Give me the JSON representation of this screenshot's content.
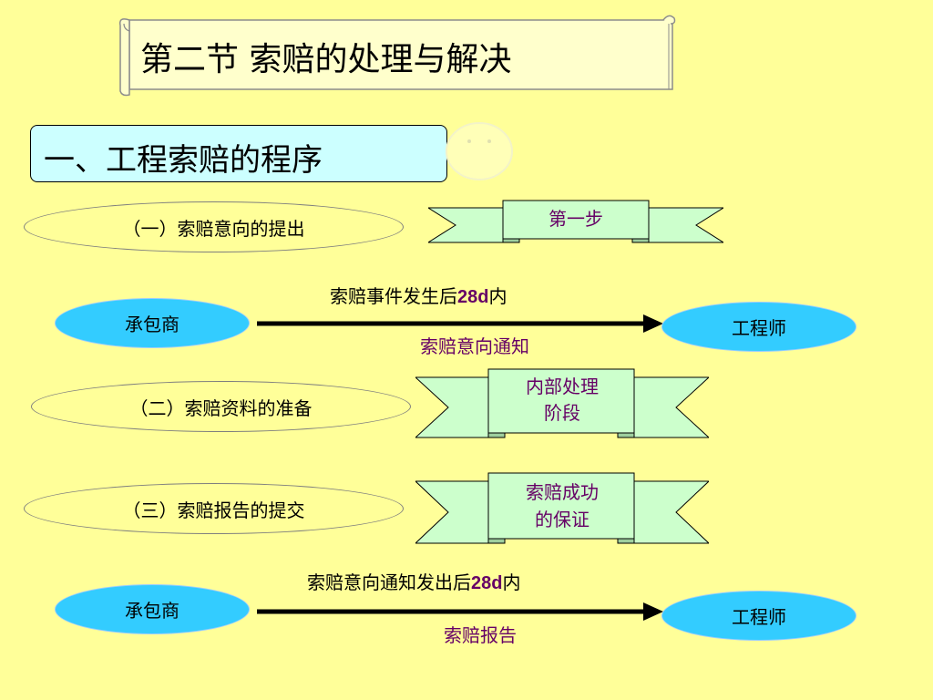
{
  "title": "第二节  索赔的处理与解决",
  "section": "一、工程索赔的程序",
  "steps": {
    "step1_label": "（一）索赔意向的提出",
    "step2_label": "（二）索赔资料的准备",
    "step3_label": "（三）索赔报告的提交"
  },
  "ribbons": {
    "r1": "第一步",
    "r2_line1": "内部处理",
    "r2_line2": "阶段",
    "r3_line1": "索赔成功",
    "r3_line2": "的保证"
  },
  "flow1": {
    "from": "承包商",
    "to": "工程师",
    "condition_prefix": "索赔事件发生后",
    "condition_bold": "28d",
    "condition_suffix": "内",
    "deliverable": "索赔意向通知"
  },
  "flow2": {
    "from": "承包商",
    "to": "工程师",
    "condition_prefix": "索赔意向通知发出后",
    "condition_bold": "28d",
    "condition_suffix": "内",
    "deliverable": "索赔报告"
  },
  "colors": {
    "background": "#FFFF99",
    "section_fill": "#CCFFFF",
    "ellipse_cyan": "#33CCFF",
    "ribbon_fill": "#CCFFCC",
    "accent_text": "#660066"
  }
}
